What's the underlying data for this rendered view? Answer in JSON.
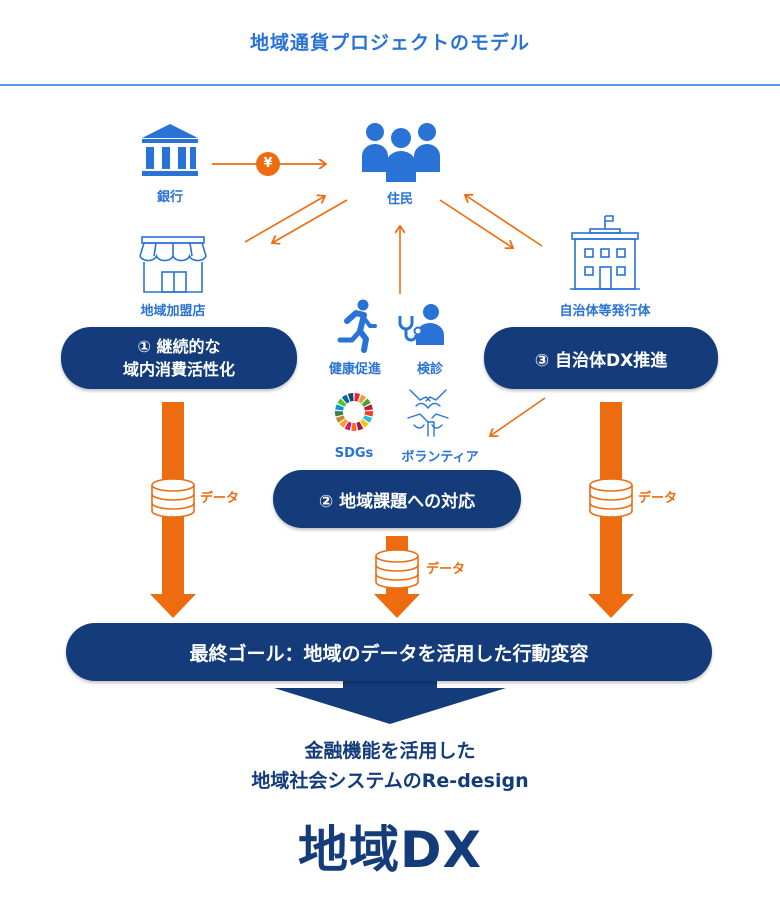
{
  "header": {
    "title": "地域通貨プロジェクトのモデル"
  },
  "colors": {
    "blue": "#2a73d6",
    "navy": "#143c7a",
    "orange": "#ee6c10"
  },
  "nodes": {
    "bank": {
      "label": "銀行",
      "icon": "bank-icon"
    },
    "residents": {
      "label": "住民",
      "icon": "people-icon"
    },
    "store": {
      "label": "地域加盟店",
      "icon": "storefront-icon"
    },
    "municipality": {
      "label": "自治体等発行体",
      "icon": "city-hall-icon"
    },
    "yen_badge": "¥",
    "health": {
      "label": "健康促進",
      "icon": "running-person-icon"
    },
    "checkup": {
      "label": "検診",
      "icon": "stethoscope-icon"
    },
    "sdgs": {
      "label": "SDGs",
      "icon": "sdgs-wheel-icon"
    },
    "volunteer": {
      "label": "ボランティア",
      "icon": "joined-hands-icon"
    }
  },
  "pillars": {
    "p1": {
      "line1": "① 継続的な",
      "line2": "域内消費活性化"
    },
    "p2": {
      "label": "② 地域課題への対応"
    },
    "p3": {
      "label": "③ 自治体DX推進"
    }
  },
  "flows": {
    "data_label_left": "データ",
    "data_label_center": "データ",
    "data_label_right": "データ"
  },
  "goal": {
    "label": "最終ゴール：地域のデータを活用した行動変容"
  },
  "result": {
    "line1": "金融機能を活用した",
    "line2": "地域社会システムのRe-design",
    "headline": "地域DX"
  }
}
